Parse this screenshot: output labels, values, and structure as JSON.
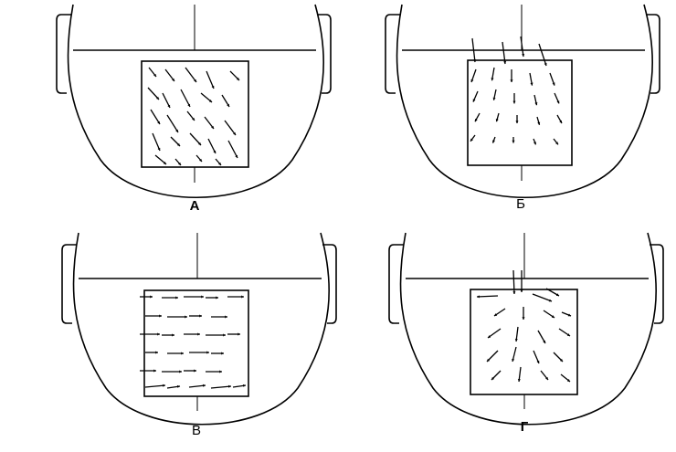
{
  "panels": [
    {
      "id": "A",
      "label": "А"
    },
    {
      "id": "B",
      "label": "Б"
    },
    {
      "id": "V",
      "label": "В"
    },
    {
      "id": "G",
      "label": "Г"
    }
  ]
}
